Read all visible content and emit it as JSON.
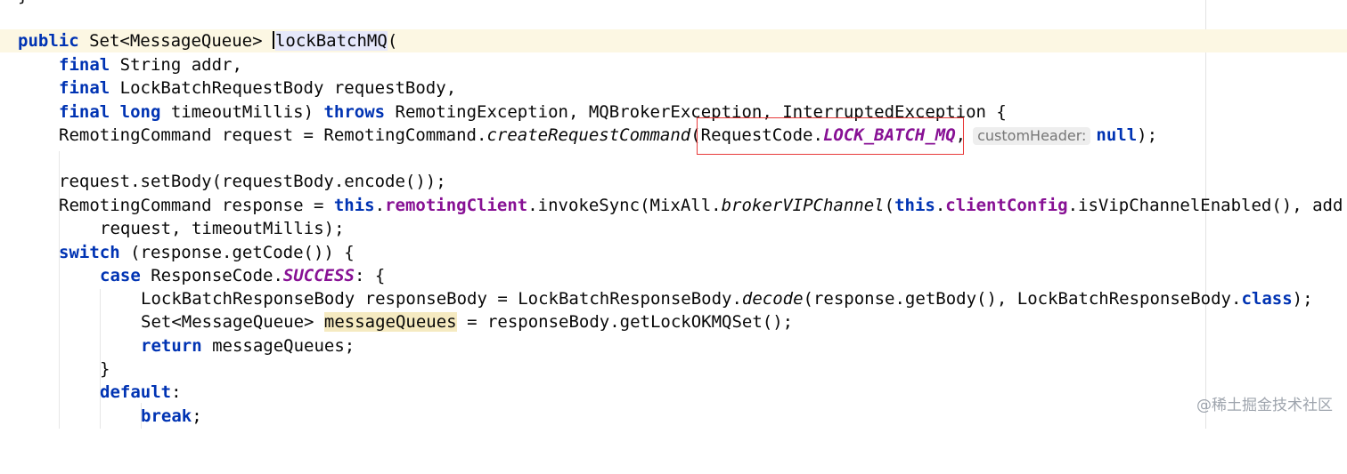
{
  "code": {
    "top_fragment": "}",
    "line1": {
      "kw": "public",
      "a": " Set<MessageQueue> ",
      "method": "lockBatchMQ",
      "b": "("
    },
    "line2": {
      "kw": "final",
      "rest": " String addr,"
    },
    "line3": {
      "kw": "final",
      "rest": " LockBatchRequestBody requestBody,"
    },
    "line4": {
      "kw1": "final",
      "kw2": "long",
      "a": " timeoutMillis) ",
      "kw3": "throws",
      "b": " RemotingException, MQBrokerException, InterruptedException {"
    },
    "line5": {
      "a": "RemotingCommand request = RemotingCommand.",
      "method": "createRequestCommand",
      "b": "(RequestCode.",
      "const": "LOCK_BATCH_MQ",
      "c": ",",
      "hint": "customHeader:",
      "kw": "null",
      "d": ");"
    },
    "line7": {
      "text": "request.setBody(requestBody.encode());"
    },
    "line8": {
      "a": "RemotingCommand response = ",
      "kw1": "this",
      "b": ".",
      "fld1": "remotingClient",
      "c": ".invokeSync(MixAll.",
      "method": "brokerVIPChannel",
      "d": "(",
      "kw2": "this",
      "e": ".",
      "fld2": "clientConfig",
      "f": ".isVipChannelEnabled(), add"
    },
    "line9": {
      "text": "request, timeoutMillis);"
    },
    "line10": {
      "kw": "switch",
      "rest": " (response.getCode()) {"
    },
    "line11": {
      "kw": "case",
      "a": " ResponseCode.",
      "const": "SUCCESS",
      "b": ": {"
    },
    "line12": {
      "a": "LockBatchResponseBody responseBody = LockBatchResponseBody.",
      "method": "decode",
      "b": "(response.getBody(), LockBatchResponseBody.",
      "kw": "class",
      "c": ");"
    },
    "line13": {
      "a": "Set<MessageQueue> ",
      "hl": "messageQueues",
      "b": " = responseBody.getLockOKMQSet();"
    },
    "line14": {
      "kw": "return",
      "rest": " messageQueues;"
    },
    "line15": {
      "text": "}"
    },
    "line16": {
      "kw": "default",
      "rest": ":"
    },
    "line17": {
      "kw": "break",
      "rest": ";"
    }
  },
  "watermark": "@稀土掘金技术社区"
}
